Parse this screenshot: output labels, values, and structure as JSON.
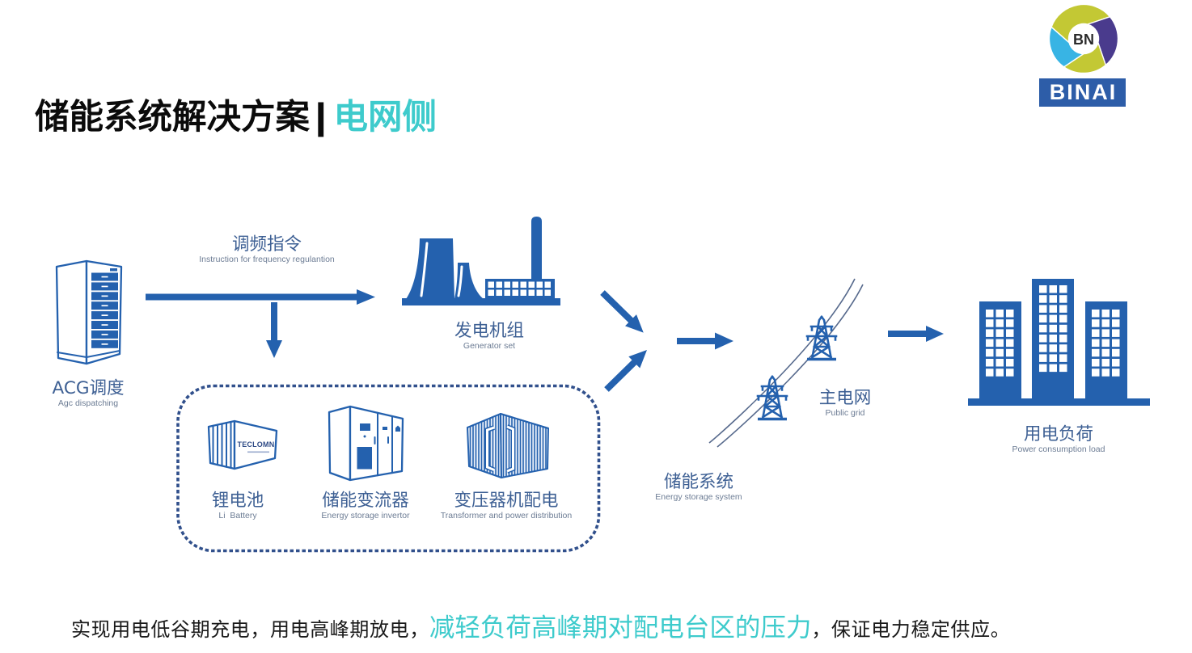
{
  "slide": {
    "title": {
      "main": "储能系统解决方案",
      "separator": "|",
      "highlight": "电网侧"
    },
    "logo": {
      "monogram": "BN",
      "wordmark": "BINAI"
    },
    "theme": {
      "icon_blue": "#2461AE",
      "accent_cyan": "#3ECBCC",
      "label_blue": "#3E6094",
      "caption_gray": "#6C7C94",
      "dashed_navy": "#31508C",
      "title_black": "#0B0B0B",
      "body_black": "#1A1A1A",
      "logo_box_blue": "#2D5DA8",
      "logo_lime": "#C3C834",
      "logo_sky": "#38B4E4",
      "logo_purple": "#4A3B8D",
      "wire_gray": "#56698C"
    }
  },
  "diagram": {
    "nodes": {
      "agc_dispatch": {
        "label_cn": "ACG调度",
        "label_en": "Agc dispatching",
        "icon": "server-rack-icon"
      },
      "frequency_command": {
        "label_cn": "调频指令",
        "label_en": "Instruction for frequency regulantion"
      },
      "generator": {
        "label_cn": "发电机组",
        "label_en": "Generator set",
        "icon": "power-plant-icon"
      },
      "li_battery": {
        "label_cn": "锂电池",
        "label_en": "Li  Battery",
        "icon": "battery-container-icon",
        "brand_mark": "TECLOMN"
      },
      "inverter": {
        "label_cn": "储能变流器",
        "label_en": "Energy storage invertor",
        "icon": "inverter-cabinet-icon"
      },
      "transformer": {
        "label_cn": "变压器机配电",
        "label_en": "Transformer and power distribution",
        "icon": "transformer-icon"
      },
      "storage_system": {
        "label_cn": "储能系统",
        "label_en": "Energy storage system"
      },
      "public_grid": {
        "label_cn": "主电网",
        "label_en": "Public grid",
        "icon": "transmission-tower-icon"
      },
      "load": {
        "label_cn": "用电负荷",
        "label_en": "Power consumption load",
        "icon": "buildings-icon"
      }
    },
    "connections": [
      {
        "from": "agc_dispatch",
        "to": "generator",
        "label": "frequency_command"
      },
      {
        "from": "agc_dispatch",
        "to": "storage_system"
      },
      {
        "from": "generator",
        "to": "public_grid"
      },
      {
        "from": "storage_system",
        "to": "public_grid"
      },
      {
        "from": "public_grid",
        "to": "load"
      }
    ]
  },
  "footer": {
    "lead": "实现用电低谷期充电，用电高峰期放电，",
    "highlight": "减轻负荷高峰期对配电台区的压力",
    "tail": "，保证电力稳定供应。"
  }
}
